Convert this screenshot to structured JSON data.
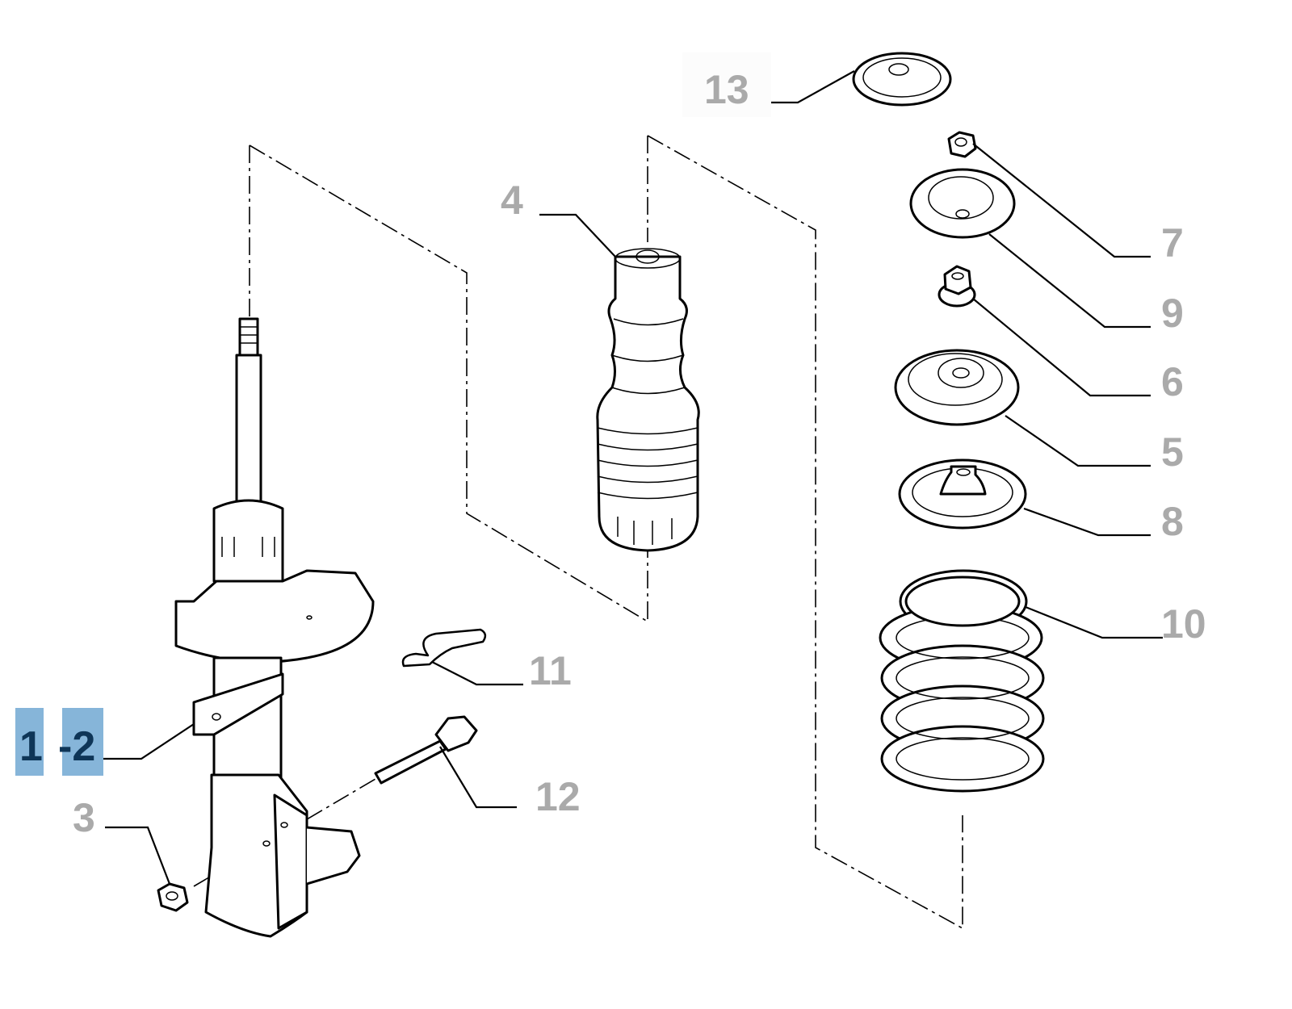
{
  "diagram": {
    "title": "Front suspension strut exploded parts diagram",
    "highlighted_labels": [
      "1",
      "-2"
    ],
    "labels": {
      "p1": "1",
      "p2": "-2",
      "p3": "3",
      "p4": "4",
      "p5": "5",
      "p6": "6",
      "p7": "7",
      "p8": "8",
      "p9": "9",
      "p10": "10",
      "p11": "11",
      "p12": "12",
      "p13": "13"
    },
    "colors": {
      "highlight_bg": "#86b5d9",
      "highlight_text": "#0e3557",
      "label_text": "#aaaaaa"
    }
  }
}
